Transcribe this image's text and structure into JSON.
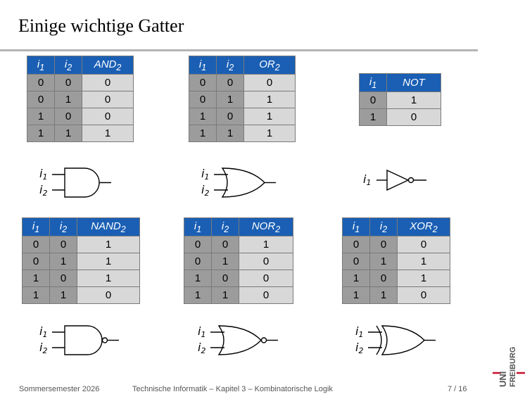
{
  "slide": {
    "title": "Einige wichtige Gatter"
  },
  "tables": {
    "and": {
      "h": [
        "i1",
        "i2",
        "AND2"
      ],
      "rows": [
        [
          "0",
          "0",
          "0"
        ],
        [
          "0",
          "1",
          "0"
        ],
        [
          "1",
          "0",
          "0"
        ],
        [
          "1",
          "1",
          "1"
        ]
      ]
    },
    "or": {
      "h": [
        "i1",
        "i2",
        "OR2"
      ],
      "rows": [
        [
          "0",
          "0",
          "0"
        ],
        [
          "0",
          "1",
          "1"
        ],
        [
          "1",
          "0",
          "1"
        ],
        [
          "1",
          "1",
          "1"
        ]
      ]
    },
    "not": {
      "h": [
        "i1",
        "NOT"
      ],
      "rows": [
        [
          "0",
          "1"
        ],
        [
          "1",
          "0"
        ]
      ]
    },
    "nand": {
      "h": [
        "i1",
        "i2",
        "NAND2"
      ],
      "rows": [
        [
          "0",
          "0",
          "1"
        ],
        [
          "0",
          "1",
          "1"
        ],
        [
          "1",
          "0",
          "1"
        ],
        [
          "1",
          "1",
          "0"
        ]
      ]
    },
    "nor": {
      "h": [
        "i1",
        "i2",
        "NOR2"
      ],
      "rows": [
        [
          "0",
          "0",
          "1"
        ],
        [
          "0",
          "1",
          "0"
        ],
        [
          "1",
          "0",
          "0"
        ],
        [
          "1",
          "1",
          "0"
        ]
      ]
    },
    "xor": {
      "h": [
        "i1",
        "i2",
        "XOR2"
      ],
      "rows": [
        [
          "0",
          "0",
          "0"
        ],
        [
          "0",
          "1",
          "1"
        ],
        [
          "1",
          "0",
          "1"
        ],
        [
          "1",
          "1",
          "0"
        ]
      ]
    }
  },
  "gate_labels": {
    "i": "i",
    "one": "1",
    "two": "2"
  },
  "footer": {
    "left": "Sommersemester 2026",
    "center": "Technische Informatik – Kapitel 3 – Kombinatorische Logik",
    "page": "7 / 16"
  },
  "logo": {
    "line1": "UNI",
    "line2": "FREIBURG",
    "color": "#c8102e"
  }
}
